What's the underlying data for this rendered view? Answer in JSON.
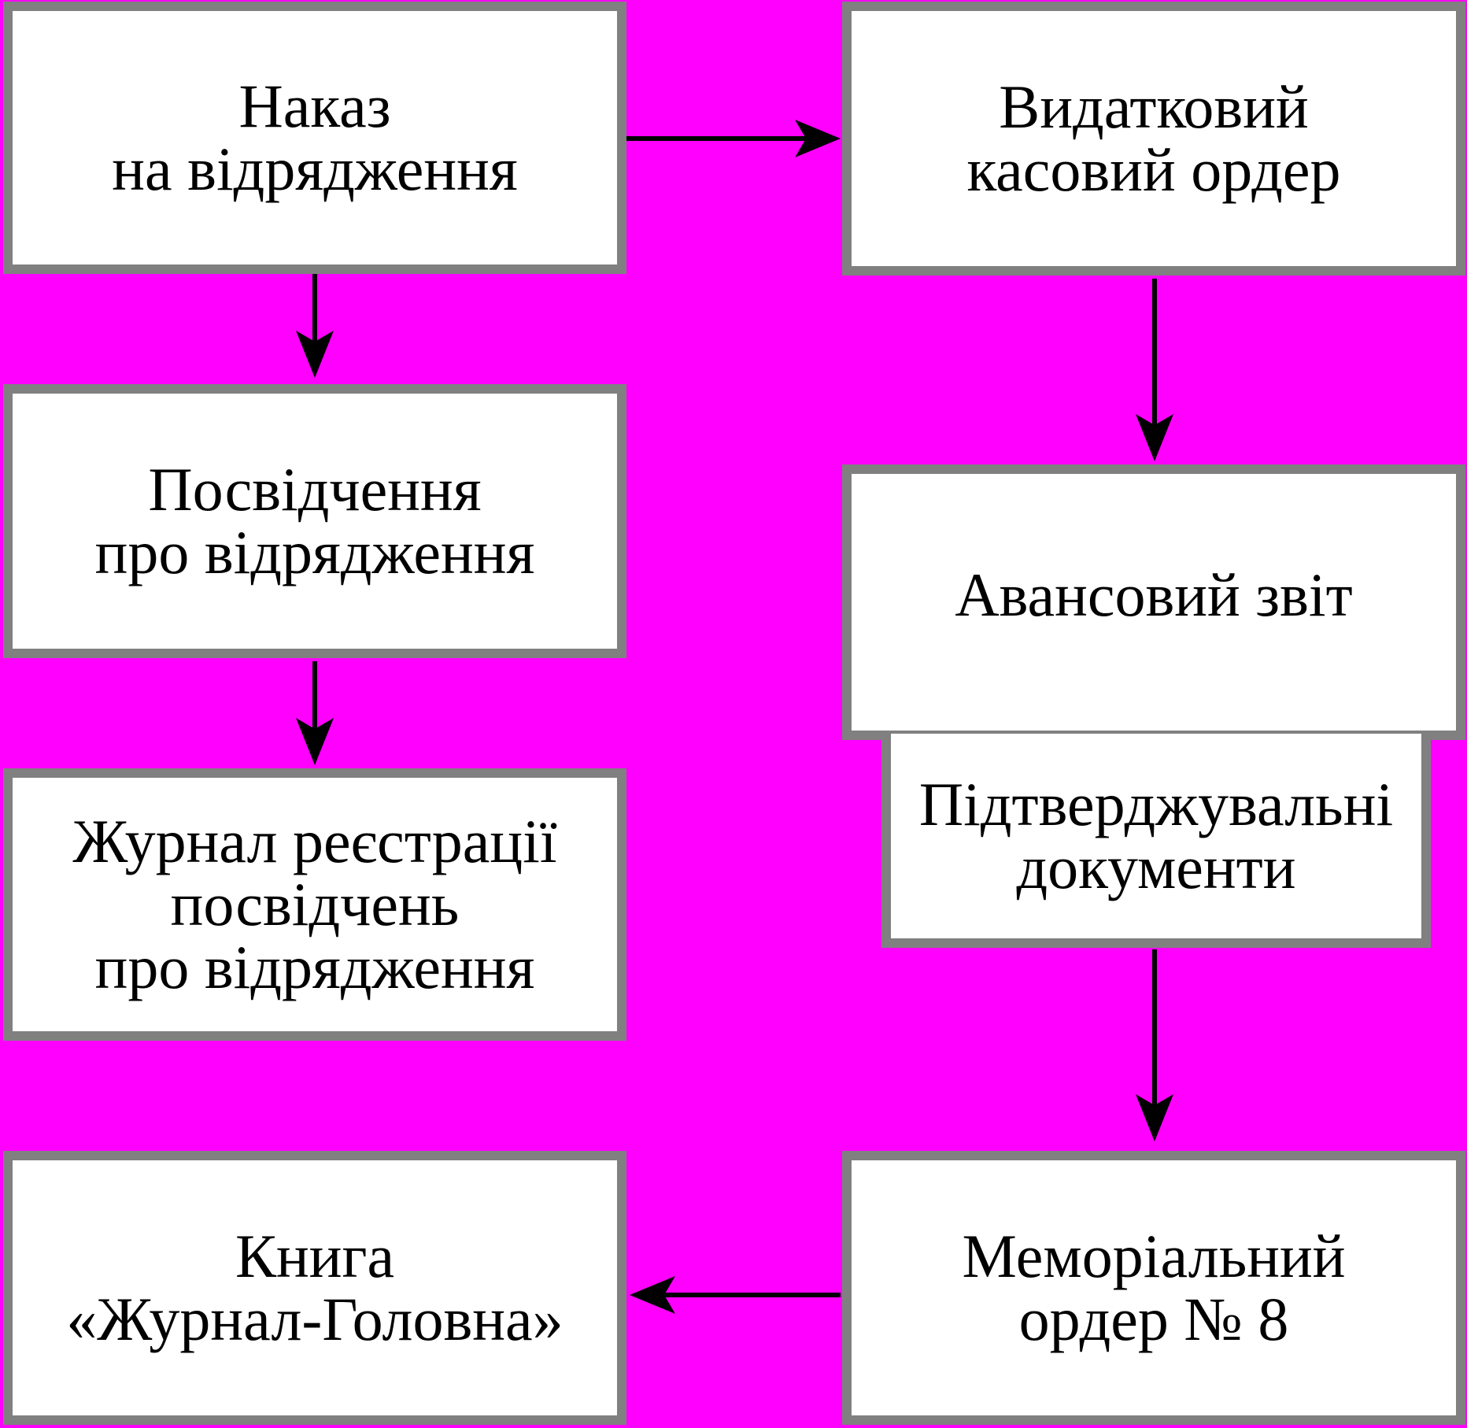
{
  "boxes": {
    "order": {
      "lines": [
        "Наказ",
        "на відрядження"
      ]
    },
    "certificate": {
      "lines": [
        "Посвідчення",
        "про відрядження"
      ]
    },
    "journal": {
      "lines": [
        "Журнал реєстрації",
        "посвідчень",
        "про відрядження"
      ]
    },
    "book": {
      "lines": [
        "Книга",
        "«Журнал-Головна»"
      ]
    },
    "cash_order": {
      "lines": [
        "Видатковий",
        "касовий ордер"
      ]
    },
    "advance_report": {
      "lines": [
        "Авансовий звіт"
      ]
    },
    "supporting_docs": {
      "lines": [
        "Підтверджувальні",
        "документи"
      ]
    },
    "memorial_order": {
      "lines": [
        "Меморіальний",
        "ордер № 8"
      ]
    }
  },
  "colors": {
    "background": "#ff00ff",
    "box_fill": "#ffffff",
    "box_border": "#808080",
    "arrow": "#000000"
  }
}
